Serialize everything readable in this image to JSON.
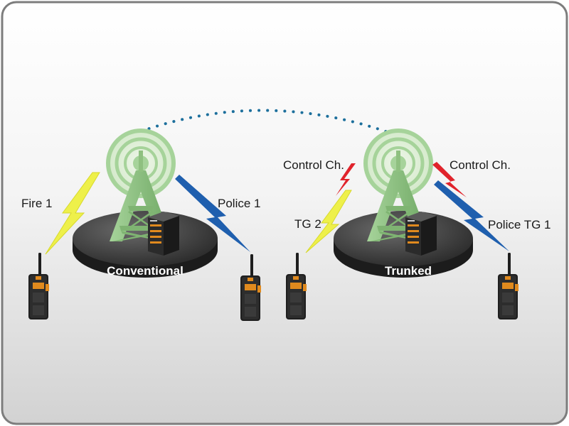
{
  "conventional": {
    "platform_label": "Conventional",
    "links": {
      "left": "Fire 1",
      "right": "Police 1"
    }
  },
  "trunked": {
    "platform_label": "Trunked",
    "links": {
      "left_control": "Control Ch.",
      "left_talkgroup": "TG 2",
      "right_control": "Control Ch.",
      "right_talkgroup": "Police TG 1"
    }
  },
  "colors": {
    "fire_link": "#eef04a",
    "police_link": "#1f5fae",
    "control_link": "#e0232b",
    "tower": "#8fc080",
    "platform": "#3c3c3c",
    "dotted_link": "#1c6f9c"
  },
  "icons": [
    "radio-tower-icon",
    "server-icon",
    "handheld-radio-icon",
    "lightning-link-icon"
  ]
}
